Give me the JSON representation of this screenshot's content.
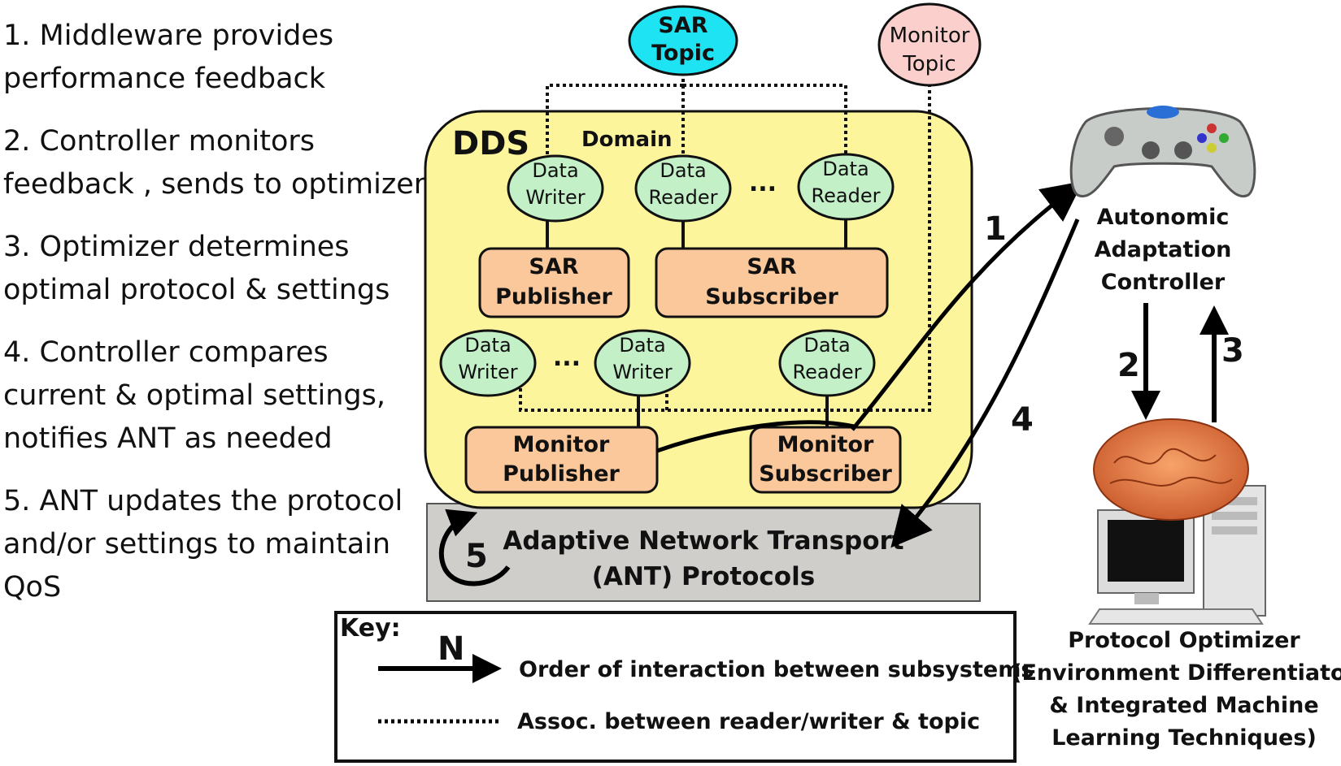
{
  "steps": [
    "1. Middleware provides performance feedback",
    "2. Controller monitors feedback , sends to optimizer",
    "3. Optimizer determines optimal protocol & settings",
    "4. Controller compares current & optimal settings, notifies ANT as needed",
    "5. ANT updates the protocol and/or settings to maintain QoS"
  ],
  "topics": {
    "sar": [
      "SAR",
      "Topic"
    ],
    "monitor": [
      "Monitor",
      "Topic"
    ]
  },
  "dds": {
    "title": "DDS",
    "domain": "Domain",
    "ellipsis": "..."
  },
  "entities": {
    "w1": [
      "Data",
      "Writer"
    ],
    "r1": [
      "Data",
      "Reader"
    ],
    "r2": [
      "Data",
      "Reader"
    ],
    "w2": [
      "Data",
      "Writer"
    ],
    "w3": [
      "Data",
      "Writer"
    ],
    "r3": [
      "Data",
      "Reader"
    ]
  },
  "boxes": {
    "sar_pub": [
      "SAR",
      "Publisher"
    ],
    "sar_sub": [
      "SAR",
      "Subscriber"
    ],
    "mon_pub": [
      "Monitor",
      "Publisher"
    ],
    "mon_sub": [
      "Monitor",
      "Subscriber"
    ]
  },
  "ant": [
    "Adaptive Network Transport",
    "(ANT) Protocols"
  ],
  "controller": [
    "Autonomic",
    "Adaptation",
    "Controller"
  ],
  "optimizer": [
    "Protocol Optimizer",
    "(Environment Differentiator",
    "& Integrated Machine",
    "Learning Techniques)"
  ],
  "arrow_labels": [
    "1",
    "2",
    "3",
    "4",
    "5"
  ],
  "key": {
    "title": "Key:",
    "symbol": "N",
    "solid_label": "Order of interaction between subsystems",
    "dotted_label": "Assoc. between reader/writer & topic"
  },
  "colors": {
    "dds_fill": "#fdf59c",
    "box_fill": "#fac89a",
    "entity_fill": "#c4f0c8",
    "sar_topic": "#1ee3f2",
    "monitor_topic": "#fbd0cc",
    "ant_fill": "#d0ceca"
  }
}
